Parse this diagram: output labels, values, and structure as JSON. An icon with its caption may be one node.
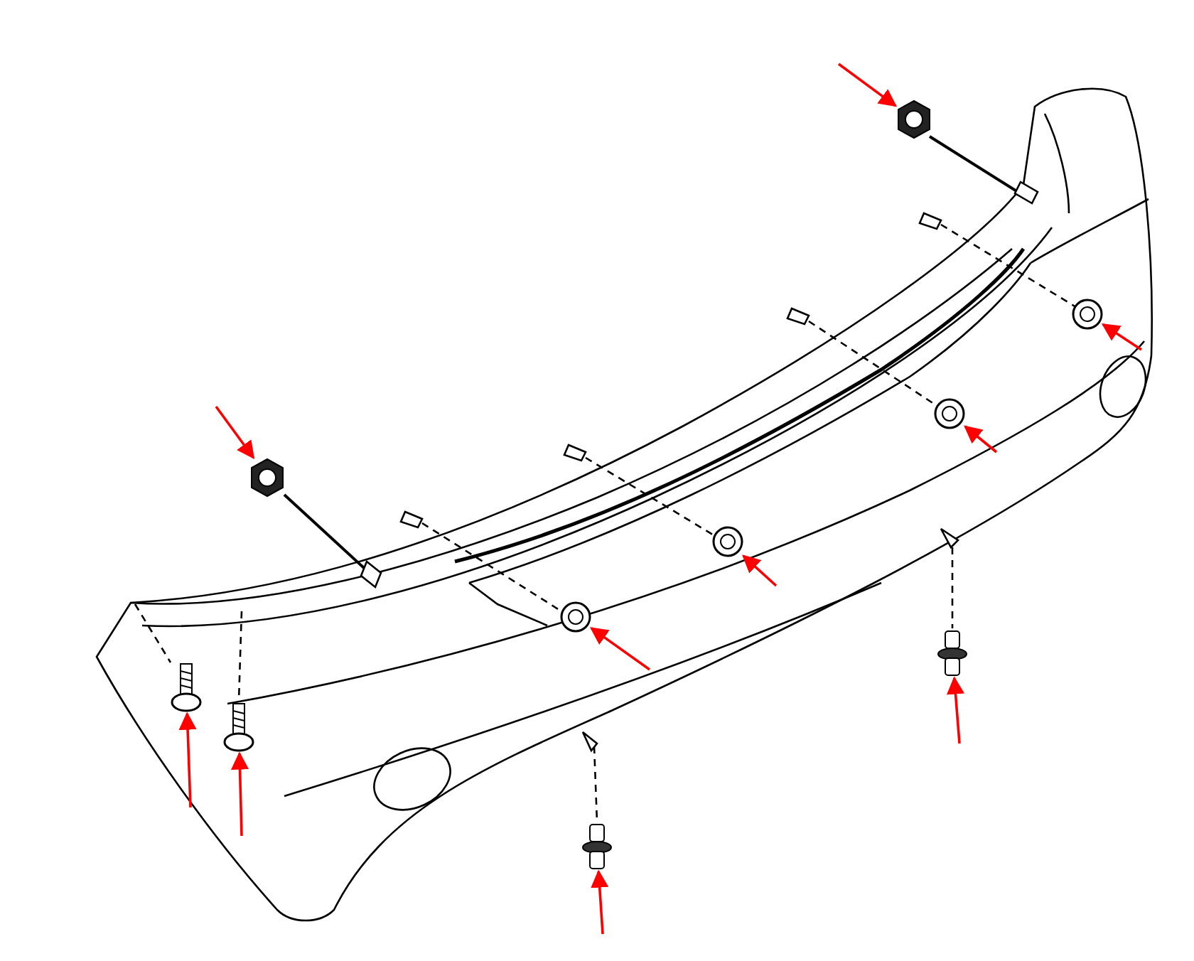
{
  "diagram": {
    "nodes": [
      {
        "text": [],
        "shape": "nut"
      },
      {
        "text": [],
        "shape": "screw"
      },
      {
        "text": [],
        "shape": "screw"
      },
      {
        "text": [],
        "shape": "nut"
      },
      {
        "text": [],
        "shape": "screw"
      },
      {
        "text": [],
        "shape": "screw"
      },
      {
        "text": [],
        "shape": "clip"
      },
      {
        "text": [],
        "shape": "bolt"
      },
      {
        "text": [],
        "shape": "bolt"
      },
      {
        "text": [],
        "shape": "clip"
      }
    ],
    "edges": [
      {
        "from": null,
        "to": 0,
        "arrow": "to",
        "color": "#ff0000"
      },
      {
        "from": null,
        "to": 1,
        "arrow": "to",
        "color": "#ff0000"
      },
      {
        "from": null,
        "to": 2,
        "arrow": "to",
        "color": "#ff0000"
      },
      {
        "from": null,
        "to": 3,
        "arrow": "to",
        "color": "#ff0000"
      },
      {
        "from": null,
        "to": 4,
        "arrow": "to",
        "color": "#ff0000"
      },
      {
        "from": null,
        "to": 5,
        "arrow": "to",
        "color": "#ff0000"
      },
      {
        "from": null,
        "to": 6,
        "arrow": "to",
        "color": "#ff0000"
      },
      {
        "from": null,
        "to": 7,
        "arrow": "to",
        "color": "#ff0000"
      },
      {
        "from": null,
        "to": 8,
        "arrow": "to",
        "color": "#ff0000"
      },
      {
        "from": null,
        "to": 9,
        "arrow": "to",
        "color": "#ff0000"
      }
    ]
  }
}
